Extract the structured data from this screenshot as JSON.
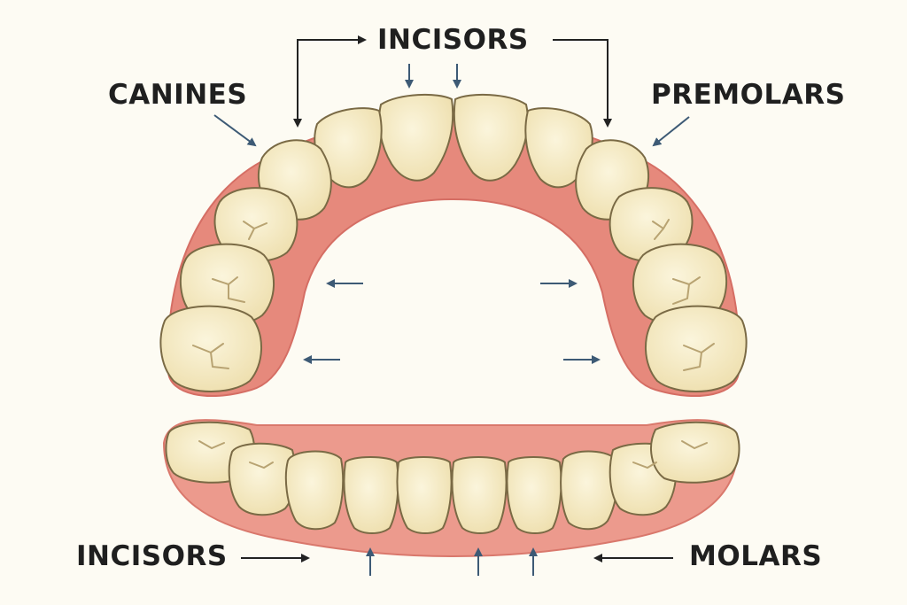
{
  "labels": {
    "top_incisors": "INCISORS",
    "canines": "CANINES",
    "premolars": "PREMOLARS",
    "bottom_incisors": "INCISORS",
    "molars": "MOLARS"
  },
  "colors": {
    "background": "#fdfbf3",
    "tooth_fill": "#f6ecc6",
    "tooth_stroke": "#7a6a45",
    "gum": "#e6897c",
    "gum_dark": "#d56e64",
    "leader_dark": "#222222",
    "leader_blue": "#3d5a75"
  }
}
